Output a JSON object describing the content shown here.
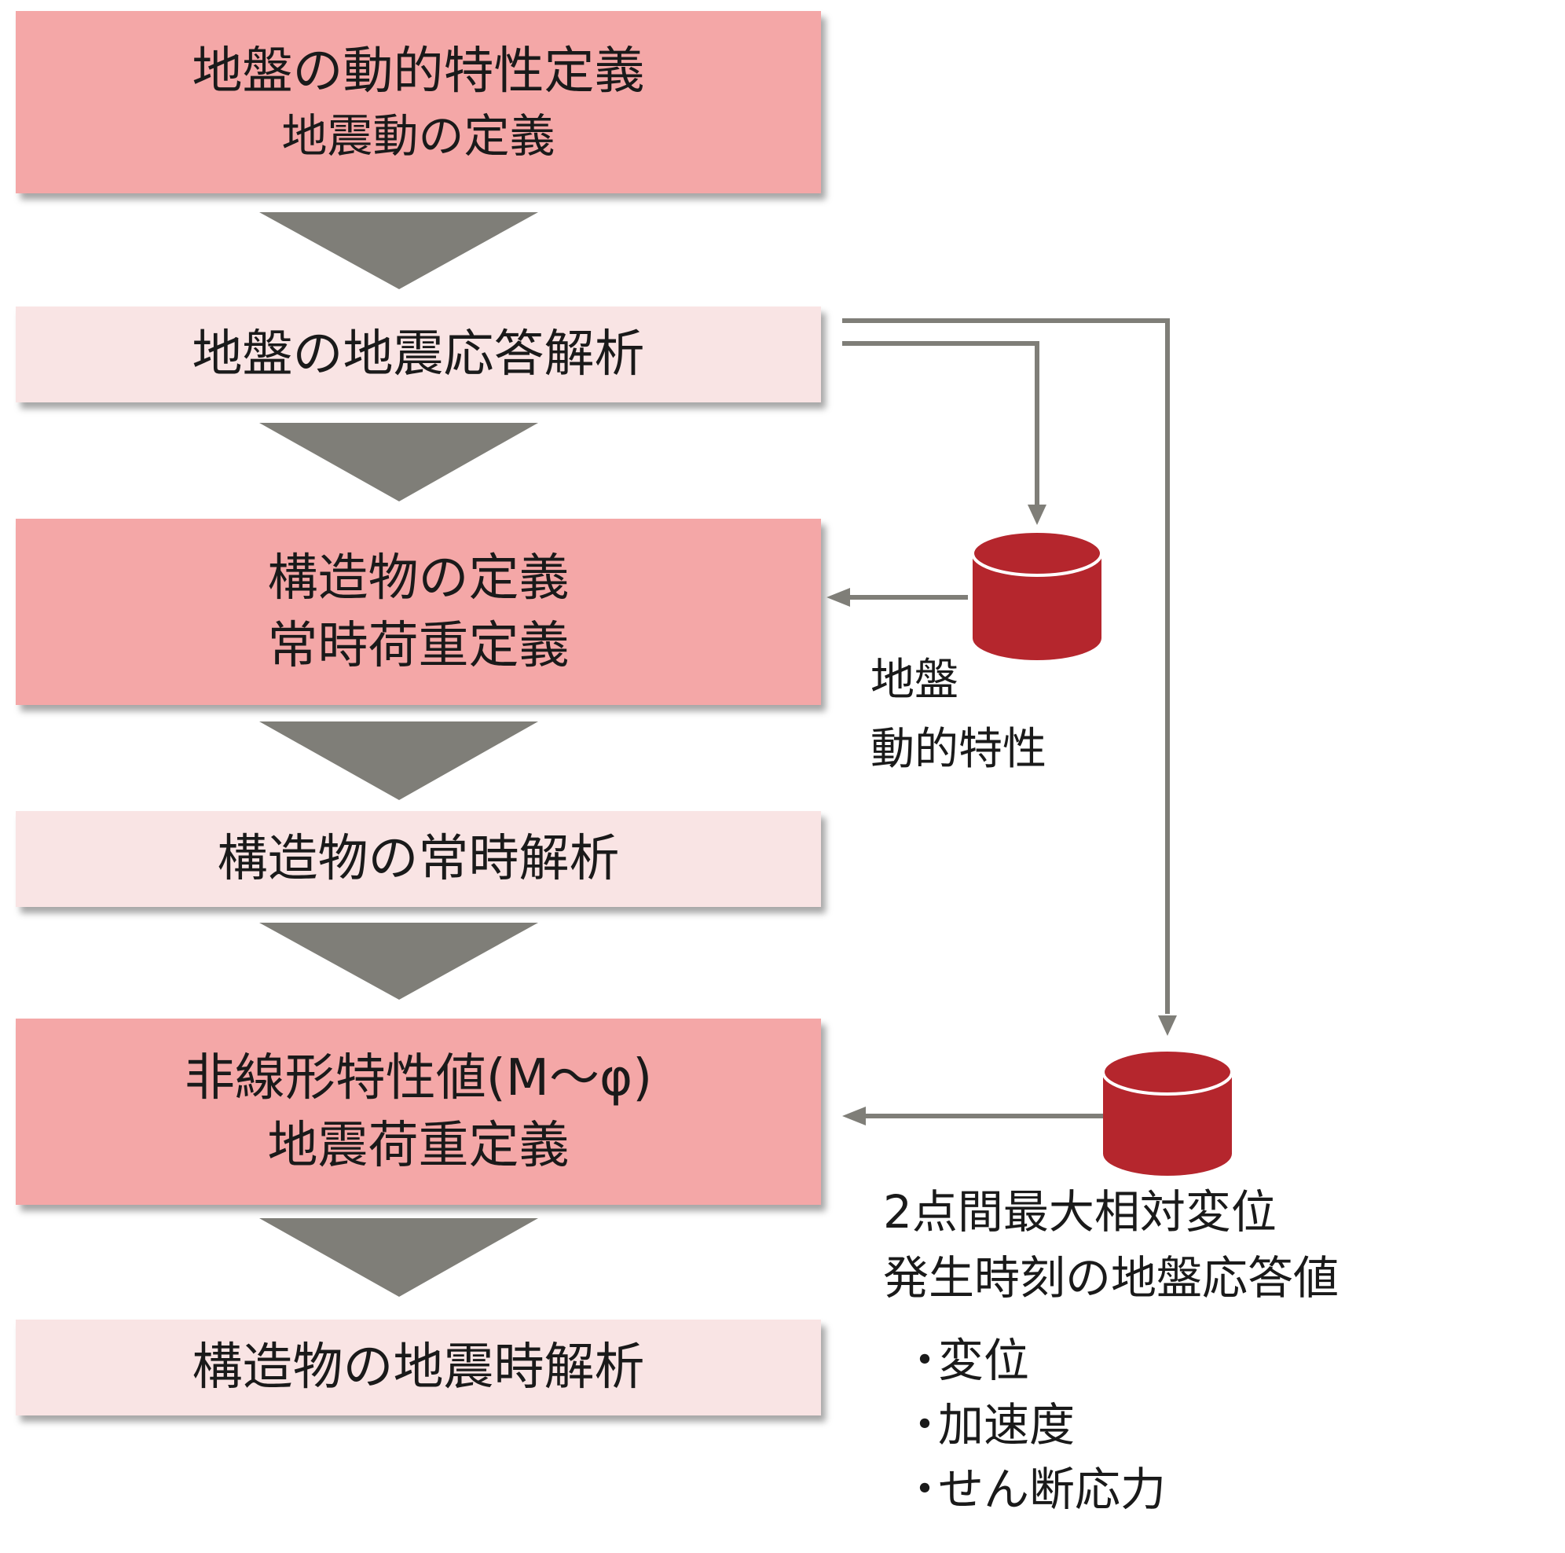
{
  "steps": [
    {
      "lines": [
        "地盤の動的特性定義",
        "地震動の定義"
      ]
    },
    {
      "lines": [
        "地盤の地震応答解析"
      ]
    },
    {
      "lines": [
        "構造物の定義",
        "常時荷重定義"
      ]
    },
    {
      "lines": [
        "構造物の常時解析"
      ]
    },
    {
      "lines": [
        "非線形特性値(M～φ)",
        "地震荷重定義"
      ]
    },
    {
      "lines": [
        "構造物の地震時解析"
      ]
    }
  ],
  "db_soil_label": [
    "地盤",
    "動的特性"
  ],
  "db_response_label": [
    "2点間最大相対変位",
    "発生時刻の地盤応答値"
  ],
  "response_items": [
    "変位",
    "加速度",
    "せん断応力"
  ],
  "bullet_glyph": "・",
  "colors": {
    "step_dark": "#f4a7a7",
    "step_light": "#f9e4e4",
    "arrow": "#7f7e78",
    "connector": "#7f7e78",
    "database": "#b5262d"
  }
}
